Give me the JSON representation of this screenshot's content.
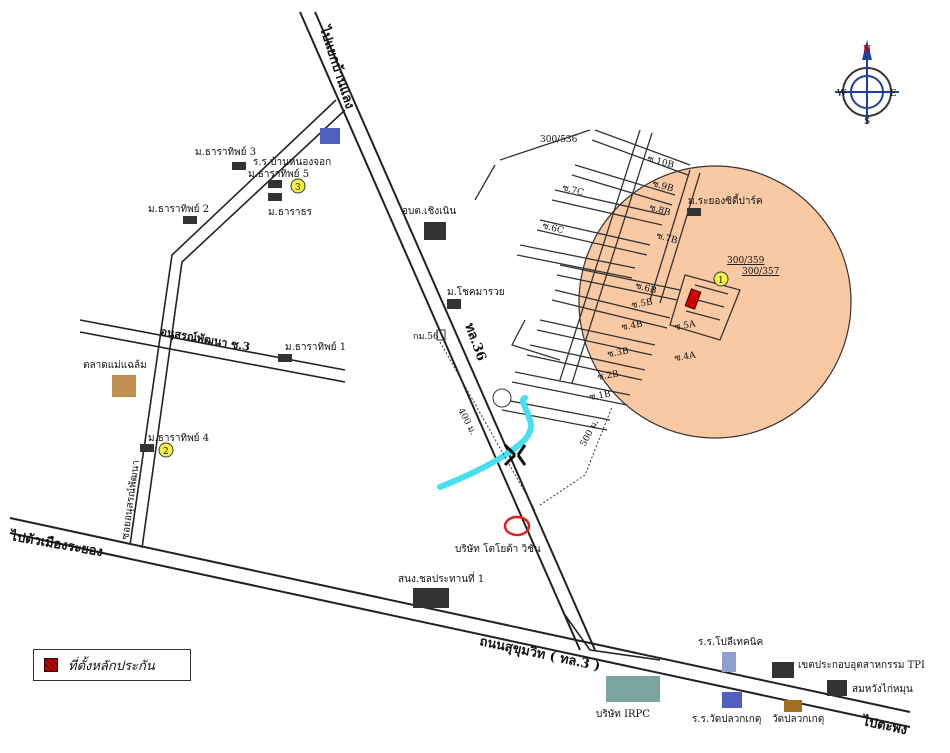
{
  "roads": {
    "top_north": "ไปแยกบ้านแลง",
    "west": "ไปตัวเมืองระยอง",
    "east": "ไปตะพง",
    "sukhumvit": "ถนนสุขุมวิท ( ทล.3 )",
    "route36": "ทล.36",
    "anusorn_3": "อนุสรณ์พัฒนา ซ.3",
    "anusorn_vertical": "ซอยอนุสรณ์พัฒนา"
  },
  "places": {
    "school_nongjok": "ร.ร.บ้านหนองจอก",
    "tharathip3": "ม.ธาราทิพย์ 3",
    "tharathip5": "ม.ธาราทิพย์ 5",
    "tharathip2": "ม.ธาราทิพย์ 2",
    "tharathorn": "ม.ธาราธร",
    "tharathip1": "ม.ธาราทิพย์ 1",
    "tharathip4": "ม.ธาราทิพย์ 4",
    "market": "ตลาดแม่แฉล้ม",
    "obt": "อบต.เชิงเนิน",
    "chokmarauy": "ม.โชคมารวย",
    "km56": "กม.56",
    "toyota": "บริษัท โตโยต้า วิชั่น",
    "police": "สนง.ชลประทานที่ 1",
    "polytech": "ร.ร.โปลีเทคนิค",
    "tpi": "เขตประกอบอุตสาหกรรม TPI",
    "chicken": "สมหวังไก่หมุน",
    "irpc": "บริษัท IRPC",
    "wat_school": "ร.ร.วัดปลวกเกตุ",
    "wat": "วัดปลวกเกตุ",
    "rayong_city": "ม.ระยองซิตี้ปาร์ค"
  },
  "markers": {
    "m1": "1",
    "m2": "2",
    "m3": "3"
  },
  "plots": {
    "p536": "300/536",
    "p359": "300/359",
    "p357": "300/357"
  },
  "sois": [
    "ซ.10B",
    "ซ.9B",
    "ซ.8B",
    "ซ.7B",
    "ซ.7C",
    "ซ.6C",
    "ซ.6B",
    "ซ.5B",
    "ซ.5A",
    "ซ.4B",
    "ซ.4A",
    "ซ.3B",
    "ซ.2B",
    "ซ.1B"
  ],
  "distances": {
    "d400": "400 ม.",
    "d500": "500 ม."
  },
  "compass": {
    "n": "N",
    "s": "S",
    "e": "E",
    "w": "W"
  },
  "legend": {
    "label": "ที่ตั้งหลักประกัน"
  },
  "colors": {
    "circle": "#f9c9a4",
    "water": "#46e0f0",
    "plot": "#d00000",
    "toyota": "#e02020"
  }
}
